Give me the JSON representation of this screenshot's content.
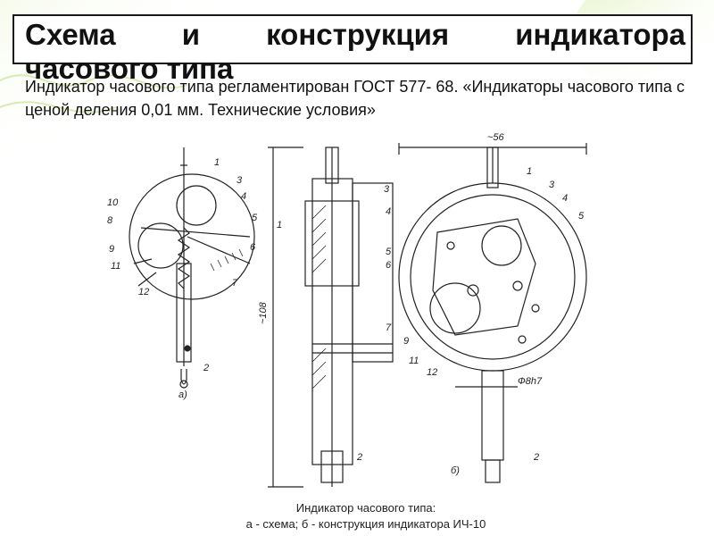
{
  "slide": {
    "title_line1": "Схема и конструкция индикатора",
    "title_line2": "часового типа",
    "subtitle": "Индикатор часового типа регламентирован ГОСТ 577- 68. «Индикаторы часового типа с ценой деления 0,01 мм. Технические условия»",
    "caption_line1": "Индикатор часового типа:",
    "caption_line2": "а - схема; б - конструкция индикатора ИЧ-10"
  },
  "drawing_labels": {
    "a": [
      "1",
      "2",
      "3",
      "4",
      "5",
      "6",
      "7",
      "8",
      "9",
      "10",
      "11",
      "12"
    ],
    "a_caption": "а)",
    "center": [
      "1",
      "2",
      "3",
      "4",
      "5",
      "6",
      "7"
    ],
    "dim_height": "~108",
    "b": [
      "1",
      "2",
      "3",
      "4",
      "5",
      "9",
      "11",
      "12"
    ],
    "dim_width": "~56",
    "dim_shaft": "Ф8h7",
    "b_caption": "б)"
  },
  "colors": {
    "background_accent": "#e8f4c8",
    "title_border": "#1a1a1a",
    "line_art": "#222222"
  }
}
